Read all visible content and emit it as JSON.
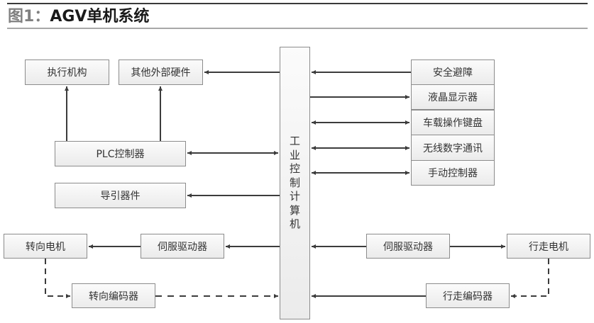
{
  "header": {
    "figure_number": "图1：",
    "title": "AGV单机系统"
  },
  "diagram": {
    "center": {
      "label_chars": [
        "工",
        "业",
        "控",
        "制",
        "计",
        "算",
        "机"
      ]
    },
    "boxes": {
      "actuator": "执行机构",
      "other_hardware": "其他外部硬件",
      "plc": "PLC控制器",
      "guidance": "导引器件",
      "steering_motor": "转向电机",
      "servo_left": "伺服驱动器",
      "steering_encoder": "转向编码器",
      "safety": "安全避障",
      "lcd": "液晶显示器",
      "keyboard": "车载操作键盘",
      "wireless": "无线数字通讯",
      "manual": "手动控制器",
      "servo_right": "伺服驱动器",
      "travel_motor": "行走电机",
      "travel_encoder": "行走编码器"
    },
    "connections": [
      {
        "from": "computer",
        "to": "other_hardware",
        "style": "solid"
      },
      {
        "from": "plc",
        "to": "actuator",
        "style": "solid"
      },
      {
        "from": "plc",
        "to": "other_hardware",
        "style": "solid"
      },
      {
        "from": "plc",
        "to": "computer",
        "style": "solid",
        "bidirectional": true
      },
      {
        "from": "computer",
        "to": "guidance",
        "style": "solid"
      },
      {
        "from": "computer",
        "to": "servo_left",
        "style": "solid"
      },
      {
        "from": "servo_left",
        "to": "steering_motor",
        "style": "solid"
      },
      {
        "from": "steering_motor",
        "to": "steering_encoder",
        "style": "dashed"
      },
      {
        "from": "steering_encoder",
        "to": "computer",
        "style": "dashed"
      },
      {
        "from": "safety",
        "to": "computer",
        "style": "solid"
      },
      {
        "from": "computer",
        "to": "lcd",
        "style": "solid"
      },
      {
        "from": "keyboard",
        "to": "computer",
        "style": "solid",
        "bidirectional": true
      },
      {
        "from": "wireless",
        "to": "computer",
        "style": "solid",
        "bidirectional": true
      },
      {
        "from": "manual",
        "to": "computer",
        "style": "solid",
        "bidirectional": true
      },
      {
        "from": "servo_right",
        "to": "computer",
        "style": "solid"
      },
      {
        "from": "servo_right",
        "to": "travel_motor",
        "style": "solid"
      },
      {
        "from": "travel_motor",
        "to": "travel_encoder",
        "style": "dashed"
      },
      {
        "from": "travel_encoder",
        "to": "computer",
        "style": "solid"
      }
    ]
  },
  "colors": {
    "line": "#3c3c3c",
    "box_border": "#8c8c8c",
    "title_gray": "#808080"
  }
}
